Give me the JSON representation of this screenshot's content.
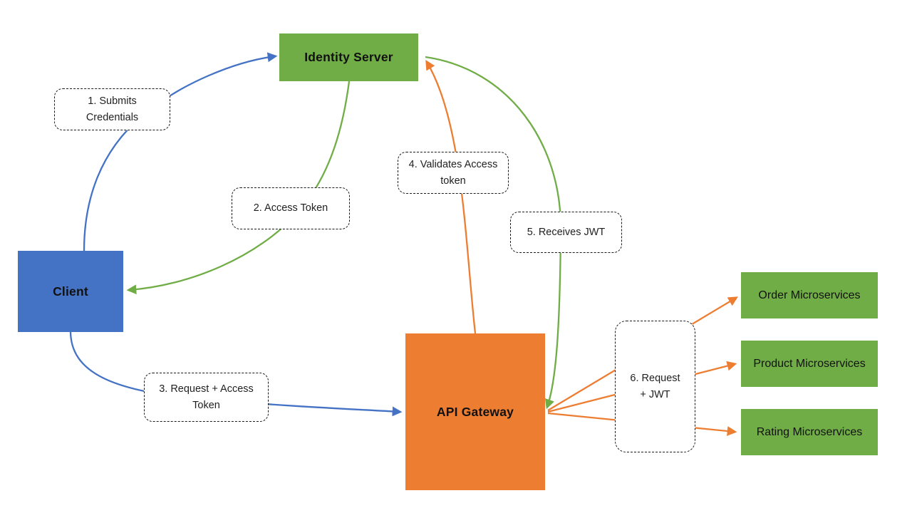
{
  "diagram": {
    "background_color": "#FFFFFF",
    "palette": {
      "green": "#70AD47",
      "blue": "#4472C4",
      "orange": "#ED7D31",
      "label_border": "#1A1A1A",
      "text": "#1F1F1F"
    },
    "nodes": {
      "identity_server": {
        "label": "Identity Server",
        "color": "#70AD47"
      },
      "client": {
        "label": "Client",
        "color": "#4472C4"
      },
      "api_gateway": {
        "label": "API Gateway",
        "color": "#ED7D31"
      },
      "order_ms": {
        "label": "Order Microservices",
        "color": "#70AD47"
      },
      "product_ms": {
        "label": "Product Microservices",
        "color": "#70AD47"
      },
      "rating_ms": {
        "label": "Rating Microservices",
        "color": "#70AD47"
      }
    },
    "steps": {
      "step1": "1. Submits\nCredentials",
      "step2": "2. Access Token",
      "step3": "3. Request + Access\nToken",
      "step4": "4. Validates Access\ntoken",
      "step5": "5. Receives JWT",
      "step6": "6. Request\n+ JWT"
    },
    "edges": [
      {
        "from": "client",
        "to": "identity_server",
        "color": "blue",
        "step": "1. Submits Credentials"
      },
      {
        "from": "identity_server",
        "to": "client",
        "color": "green",
        "step": "2. Access Token"
      },
      {
        "from": "client",
        "to": "api_gateway",
        "color": "blue",
        "step": "3. Request + Access Token"
      },
      {
        "from": "api_gateway",
        "to": "identity_server",
        "color": "orange",
        "step": "4. Validates Access token"
      },
      {
        "from": "identity_server",
        "to": "api_gateway",
        "color": "green",
        "step": "5. Receives JWT"
      },
      {
        "from": "api_gateway",
        "to": "order_ms",
        "color": "orange",
        "step": "6. Request + JWT"
      },
      {
        "from": "api_gateway",
        "to": "product_ms",
        "color": "orange",
        "step": "6. Request + JWT"
      },
      {
        "from": "api_gateway",
        "to": "rating_ms",
        "color": "orange",
        "step": "6. Request + JWT"
      }
    ]
  }
}
